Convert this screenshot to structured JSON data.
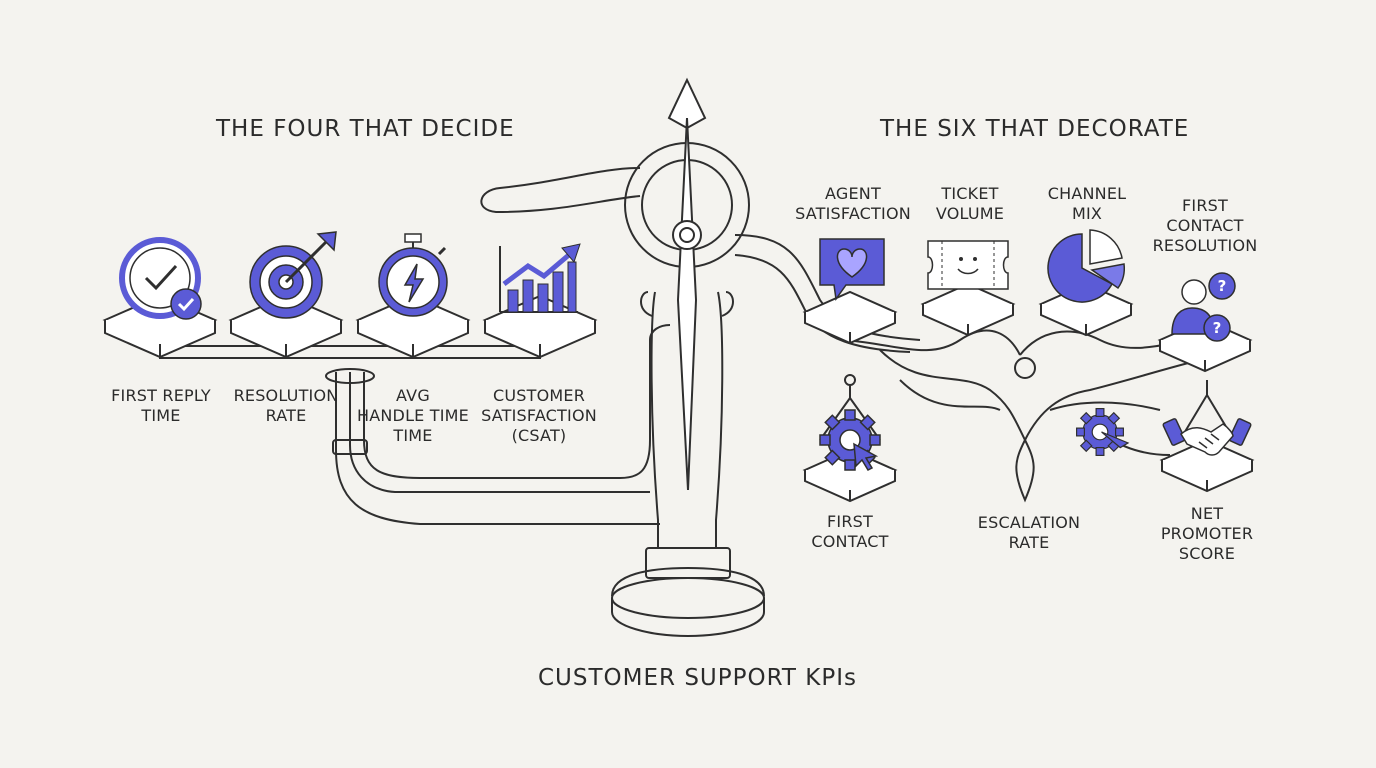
{
  "headings": {
    "left": "THE FOUR THAT DECIDE",
    "right": "THE SIX THAT DECORATE",
    "bottom": "CUSTOMER SUPPORT KPIs"
  },
  "decide": [
    {
      "label": "FIRST REPLY\nTIME",
      "icon": "clock-check-icon"
    },
    {
      "label": "RESOLUTION\nRATE",
      "icon": "target-arrow-icon"
    },
    {
      "label": "AVG\nHANDLE TIME\nTIME",
      "icon": "stopwatch-bolt-icon"
    },
    {
      "label": "CUSTOMER\nSATISFACTION\n(CSAT)",
      "icon": "rising-bar-chart-icon"
    }
  ],
  "decorate": [
    {
      "label": "AGENT\nSATISFACTION",
      "icon": "heart-chat-icon"
    },
    {
      "label": "TICKET\nVOLUME",
      "icon": "smile-ticket-icon"
    },
    {
      "label": "CHANNEL\nMIX",
      "icon": "pie-chart-icon"
    },
    {
      "label": "FIRST\nCONTACT\nRESOLUTION",
      "icon": "people-question-icon"
    },
    {
      "label": "FIRST\nCONTACT",
      "icon": "gear-cursor-icon"
    },
    {
      "label": "ESCALATION\nRATE",
      "icon": "gear-arrow-icon"
    },
    {
      "label": "NET\nPROMOTER\nSCORE",
      "icon": "handshake-icon"
    }
  ],
  "colors": {
    "accent": "#5b5bd6",
    "accent_light": "#7a7ae8",
    "accent_dark": "#3e3eb8",
    "line": "#2f2f2f",
    "platform": "#ffffff",
    "background": "#f4f3ef"
  }
}
